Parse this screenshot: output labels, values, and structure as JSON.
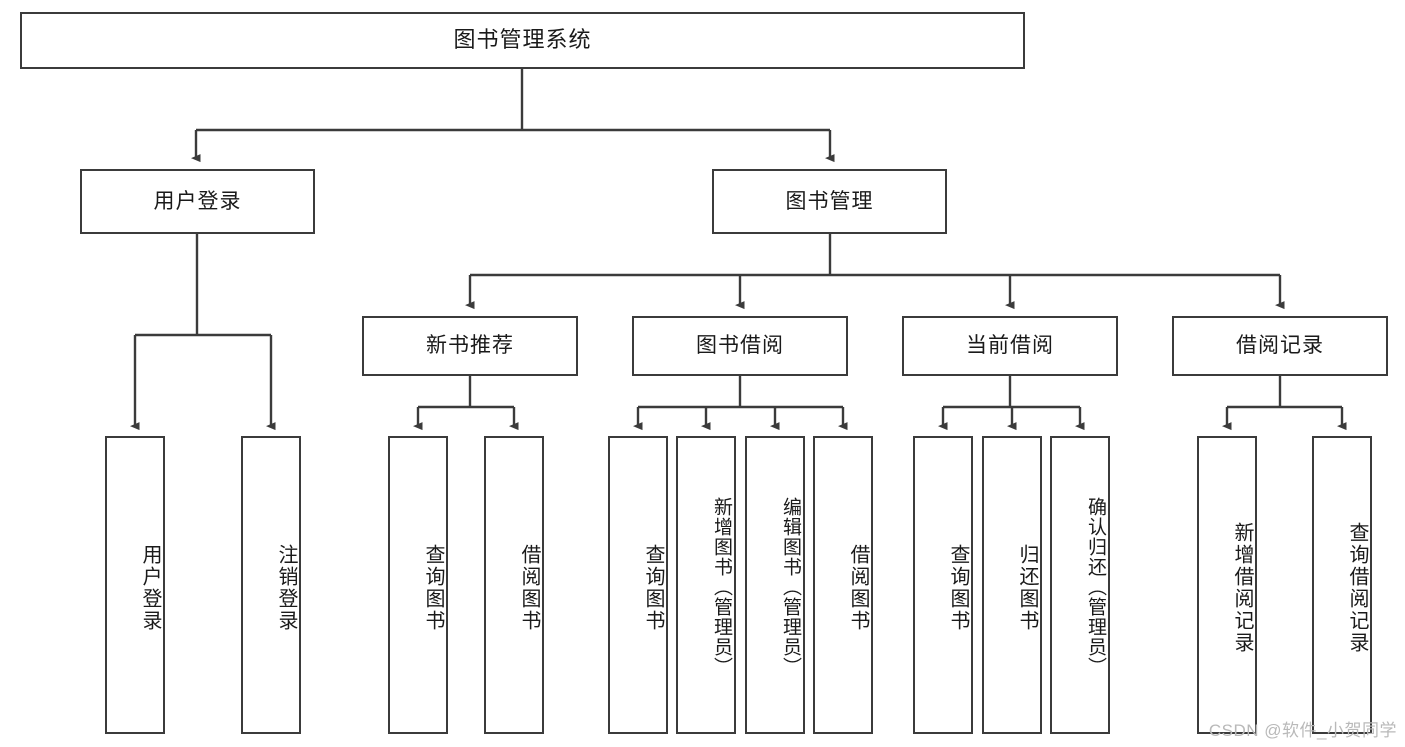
{
  "diagram": {
    "title": "图书管理系统",
    "type": "tree-hierarchy",
    "watermark": "CSDN @软件_小贺同学",
    "colors": {
      "stroke": "#3b3b3b",
      "fill": "#ffffff",
      "text": "#1a1a1a",
      "watermark": "#b9b9b9"
    },
    "root": {
      "label": "图书管理系统"
    },
    "level2": [
      {
        "label": "用户登录"
      },
      {
        "label": "图书管理"
      }
    ],
    "level3": [
      {
        "label": "新书推荐"
      },
      {
        "label": "图书借阅"
      },
      {
        "label": "当前借阅"
      },
      {
        "label": "借阅记录"
      }
    ],
    "leaves": {
      "user_login": [
        {
          "label": "用户登录"
        },
        {
          "label": "注销登录"
        }
      ],
      "new_book_recommend": [
        {
          "label": "查询图书"
        },
        {
          "label": "借阅图书"
        }
      ],
      "book_borrow": [
        {
          "label": "查询图书"
        },
        {
          "label": "新增图书（管理员）"
        },
        {
          "label": "编辑图书（管理员）"
        },
        {
          "label": "借阅图书"
        }
      ],
      "current_borrow": [
        {
          "label": "查询图书"
        },
        {
          "label": "归还图书"
        },
        {
          "label": "确认归还（管理员）"
        }
      ],
      "borrow_record": [
        {
          "label": "新增借阅记录"
        },
        {
          "label": "查询借阅记录"
        }
      ]
    }
  }
}
